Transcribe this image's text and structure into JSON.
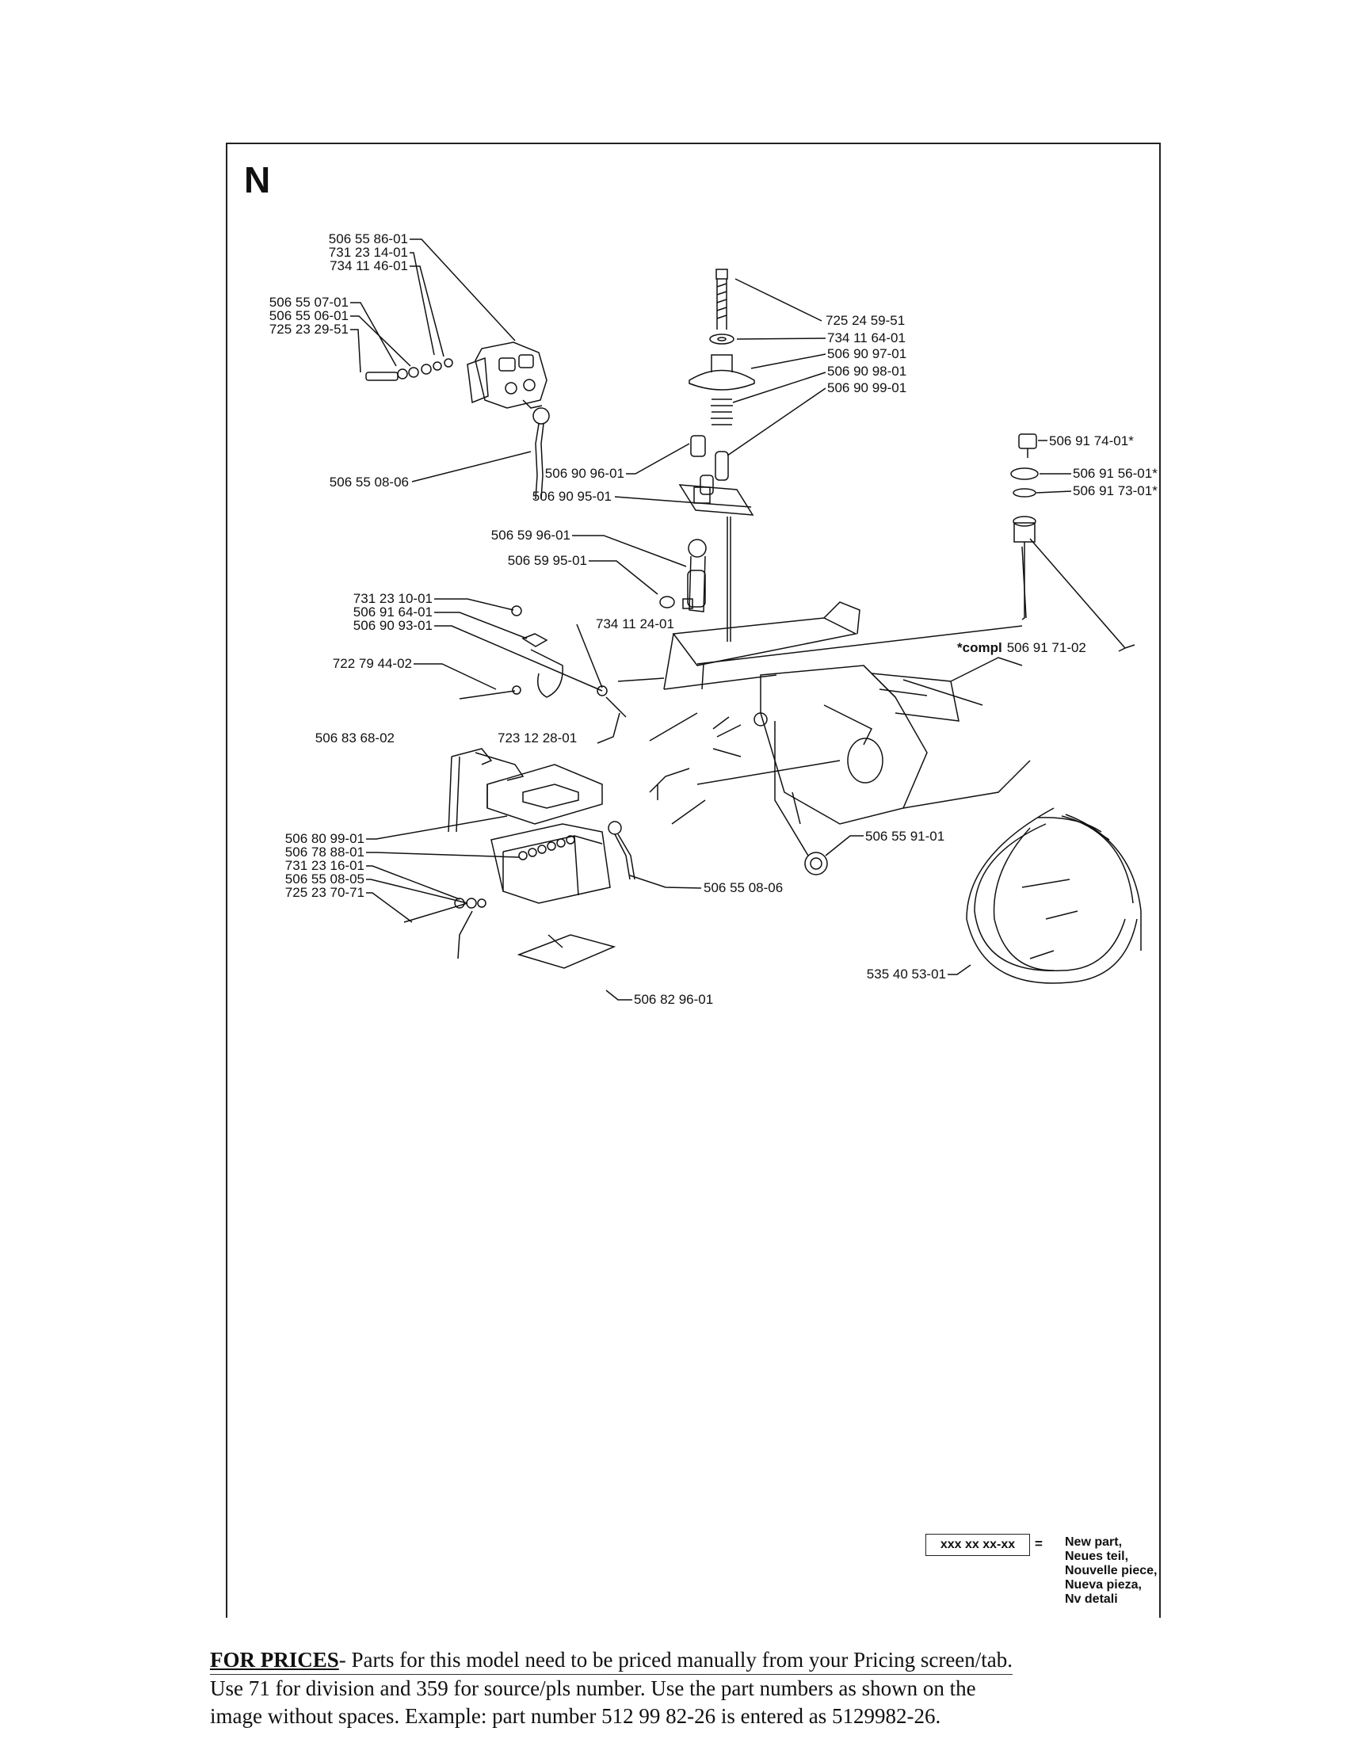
{
  "section_letter": "N",
  "parts": {
    "p_5065586_01": "506 55 86-01",
    "p_7312314_01": "731 23 14-01",
    "p_7341146_01": "734 11 46-01",
    "p_5065507_01": "506 55 07-01",
    "p_5065506_01": "506 55 06-01",
    "p_7252329_51": "725 23 29-51",
    "p_5065508_06a": "506 55 08-06",
    "p_7252459_51": "725 24 59-51",
    "p_7341164_01": "734 11 64-01",
    "p_5069097_01": "506 90 97-01",
    "p_5069098_01": "506 90 98-01",
    "p_5069099_01": "506 90 99-01",
    "p_5069096_01": "506 90 96-01",
    "p_5069095_01": "506 90 95-01",
    "p_5069174_01": "506 91 74-01*",
    "p_5069156_01": "506 91 56-01*",
    "p_5069173_01": "506 91 73-01*",
    "p_5065996_01": "506 59 96-01",
    "p_5065995_01": "506 59 95-01",
    "p_7312310_01": "731 23 10-01",
    "p_5069164_01": "506 91 64-01",
    "p_5069093_01": "506 90 93-01",
    "p_7341124_01": "734 11 24-01",
    "p_compl_bold": "*compl",
    "p_compl_num": "506 91 71-02",
    "p_7227944_02": "722 79 44-02",
    "p_5068368_02": "506 83 68-02",
    "p_7231228_01": "723 12 28-01",
    "p_5065591_01": "506 55 91-01",
    "p_5068099_01": "506 80 99-01",
    "p_5067888_01": "506 78 88-01",
    "p_7312316_01": "731 23 16-01",
    "p_5065508_05": "506 55 08-05",
    "p_7252370_71": "725 23 70-71",
    "p_5065508_06b": "506 55 08-06",
    "p_5354053_01": "535 40 53-01",
    "p_5068296_01": "506 82 96-01"
  },
  "legend": {
    "box": "xxx xx xx-xx",
    "eq": "=",
    "lines": [
      "New part,",
      "Neues teil,",
      "Nouvelle piece,",
      "Nueva pieza,",
      "Nv detali"
    ]
  },
  "footer": {
    "for_prices": "FOR PRICES",
    "line1_rest": "- Parts for this model need to be priced manually from your Pricing screen/tab.",
    "line2": "Use 71 for division and 359 for source/pls number.  Use the part numbers as shown on the",
    "line3": "image without spaces.  Example: part number 512 99 82-26 is entered as 5129982-26."
  }
}
